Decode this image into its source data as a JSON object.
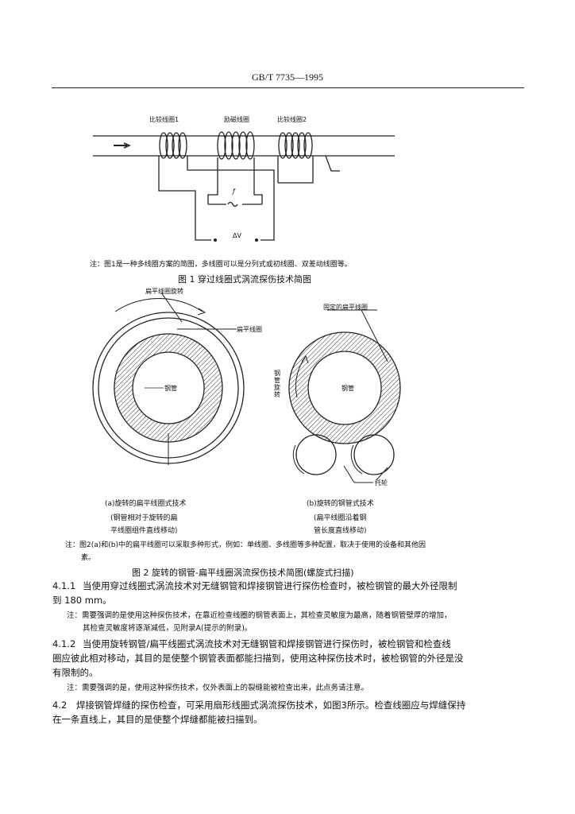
{
  "header": {
    "standard_no": "GB/T 7735—1995"
  },
  "fig1": {
    "labels": {
      "coil1": "比较线圈1",
      "excite": "励磁线圈",
      "coil2": "比较线圈2",
      "freq": "ƒ",
      "delta": "ΔV"
    },
    "note": "注：图1是一种多线圈方案的简图，多线圈可以是分列式或初线圈、双差动线圈等。",
    "caption": "图 1    穿过线圈式涡流探伤技术简图"
  },
  "fig2": {
    "labels": {
      "a_rotate_coil": "扁平线圈旋转",
      "a_flat_coil": "扁平线圈",
      "a_pipe": "钢管",
      "b_fixed_coil": "固定的扁平线圈",
      "b_rotate_pipe": "钢管旋转",
      "b_pipe": "钢管",
      "b_wheel": "托轮"
    },
    "sub_a": [
      "(a)旋转的扁平线圈式技术",
      "(钢管相对于旋转的扁",
      "平线圈组件直线移动)"
    ],
    "sub_b": [
      "(b)旋转的钢管式技术",
      "(扁平线圈沿着钢",
      "管长度直线移动)"
    ],
    "note_lines": [
      "注：图2(a)和(b)中的扁平线圈可以采取多种形式，例如：单线圈、多线圈等多种配置，取决于使用的设备和其他因",
      "素。"
    ],
    "caption": "图 2    旋转的钢管-扁平线圈涡流探伤技术简图(螺旋式扫描)"
  },
  "section_411": {
    "num": "4.1.1",
    "lines": [
      "当使用穿过线圈式涡流技术对无缝钢管和焊接钢管进行探伤检查时，被检钢管的最大外径限制",
      "到 180 mm。"
    ],
    "note_lines": [
      "注：需要强调的是使用这种探伤技术，在靠近检查线圈的钢管表面上，其检查灵敏度为最高，随着钢管壁厚的增加，",
      "其检查灵敏度将逐渐减低，见附录A(提示的附录)。"
    ]
  },
  "section_412": {
    "num": "4.1.2",
    "lines": [
      "当使用旋转钢管/扁平线圈式涡流技术对无缝钢管和焊接钢管进行探伤时，被检钢管和检查线",
      "圈应彼此相对移动，其目的是使整个钢管表面都能扫描到，使用这种探伤技术时，被检钢管的外径是没",
      "有限制的。"
    ],
    "note": "注：需要强调的是，使用这种探伤技术，仅外表面上的裂缝能被检查出来，此点务请注意。"
  },
  "section_42": {
    "num": "4.2",
    "lines": [
      "焊接钢管焊缝的探伤检查，可采用扇形线圈式涡流探伤技术，如图3所示。检查线圈应与焊缝保持",
      "在一条直线上，其目的是使整个焊缝都能被扫描到。"
    ]
  }
}
